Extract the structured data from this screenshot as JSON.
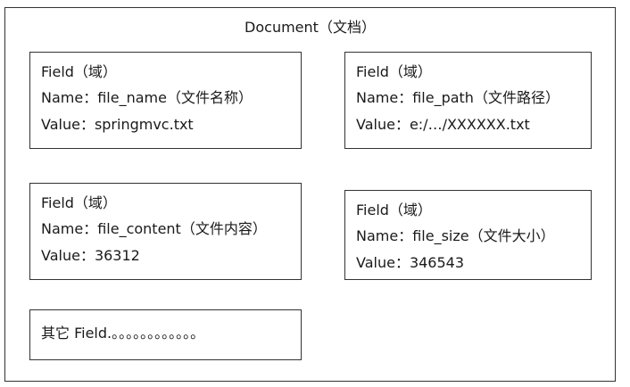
{
  "document": {
    "title": "Document（文档）"
  },
  "fields": [
    {
      "header": "Field（域）",
      "name": "Name：file_name（文件名称）",
      "value": "Value：springmvc.txt"
    },
    {
      "header": "Field（域）",
      "name": "Name：file_path（文件路径）",
      "value": "Value：e:/…/XXXXXX.txt"
    },
    {
      "header": "Field（域）",
      "name": "Name：file_content（文件内容）",
      "value": "Value：36312"
    },
    {
      "header": "Field（域）",
      "name": "Name：file_size（文件大小）",
      "value": "Value：346543"
    }
  ],
  "other": {
    "text": "其它 Field.。。。。。。。。。。。。"
  }
}
